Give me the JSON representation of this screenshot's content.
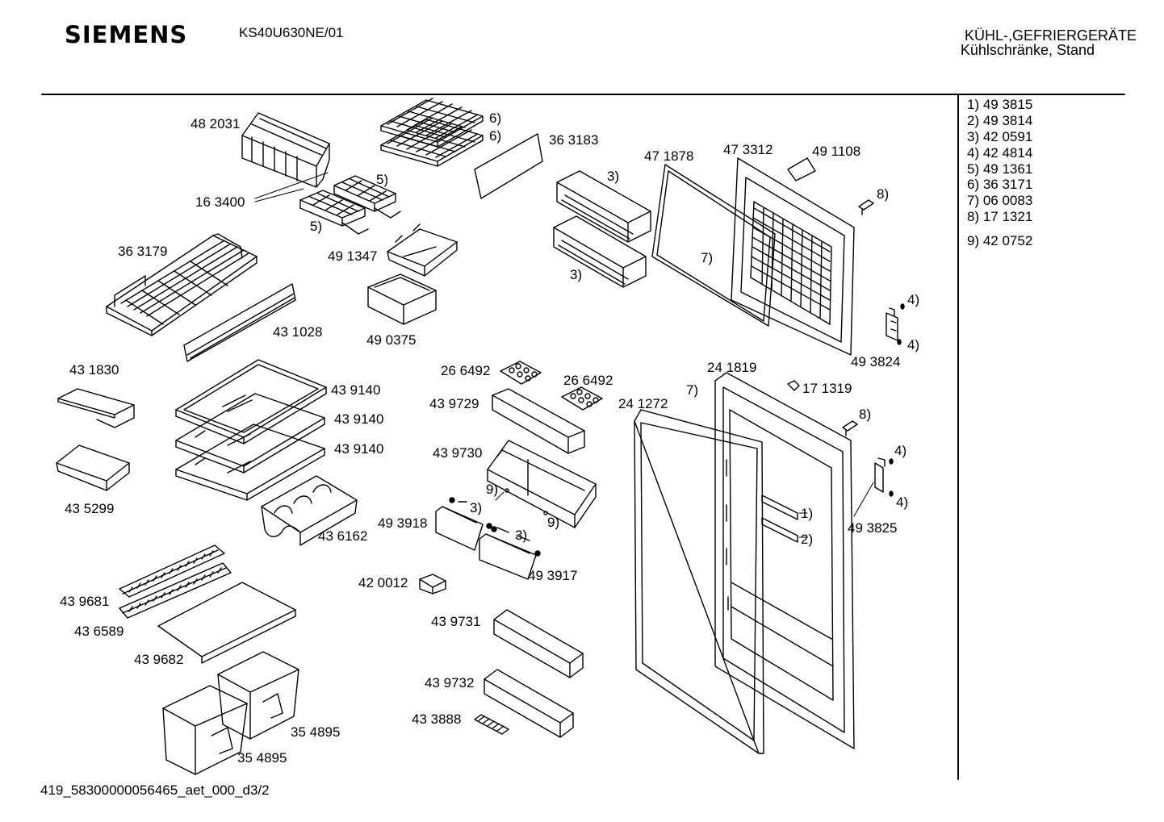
{
  "header": {
    "brand": "SIEMENS",
    "model": "KS40U630NE/01",
    "category_line1": "KÜHL-,GEFRIERGERÄTE",
    "category_line2": "Kühlschränke, Stand"
  },
  "footer": {
    "drawing_id": "419_58300000056465_aet_000_d3/2"
  },
  "legend": [
    "1)  49 3815",
    "2)  49 3814",
    "3)  42 0591",
    "4)  42 4814",
    "5)  49 1361",
    "6)  36 3171",
    "7)  06 0083",
    "8)  17 1321",
    "9)  42 0752"
  ],
  "parts": [
    "48 2031",
    "16 3400",
    "5)",
    "5)",
    "6)",
    "6)",
    "36 3183",
    "36 3179",
    "49 1347",
    "49 0375",
    "43 1028",
    "3)",
    "3)",
    "47 1878",
    "47 3312",
    "49 1108",
    "8)",
    "7)",
    "4)",
    "4)",
    "49 3824",
    "43 1830",
    "43 5299",
    "43 9140",
    "43 9140",
    "43 9140",
    "43 6162",
    "26 6492",
    "26 6492",
    "43 9729",
    "43 9730",
    "9)",
    "9)",
    "3)",
    "3)",
    "49 3918",
    "49 3917",
    "42 0012",
    "24 1819",
    "7)",
    "17 1319",
    "24 1272",
    "8)",
    "4)",
    "4)",
    "49 3825",
    "1)",
    "2)",
    "43 9681",
    "43 6589",
    "43 9682",
    "43 9731",
    "43 9732",
    "43 3888",
    "35 4895",
    "35 4895"
  ]
}
